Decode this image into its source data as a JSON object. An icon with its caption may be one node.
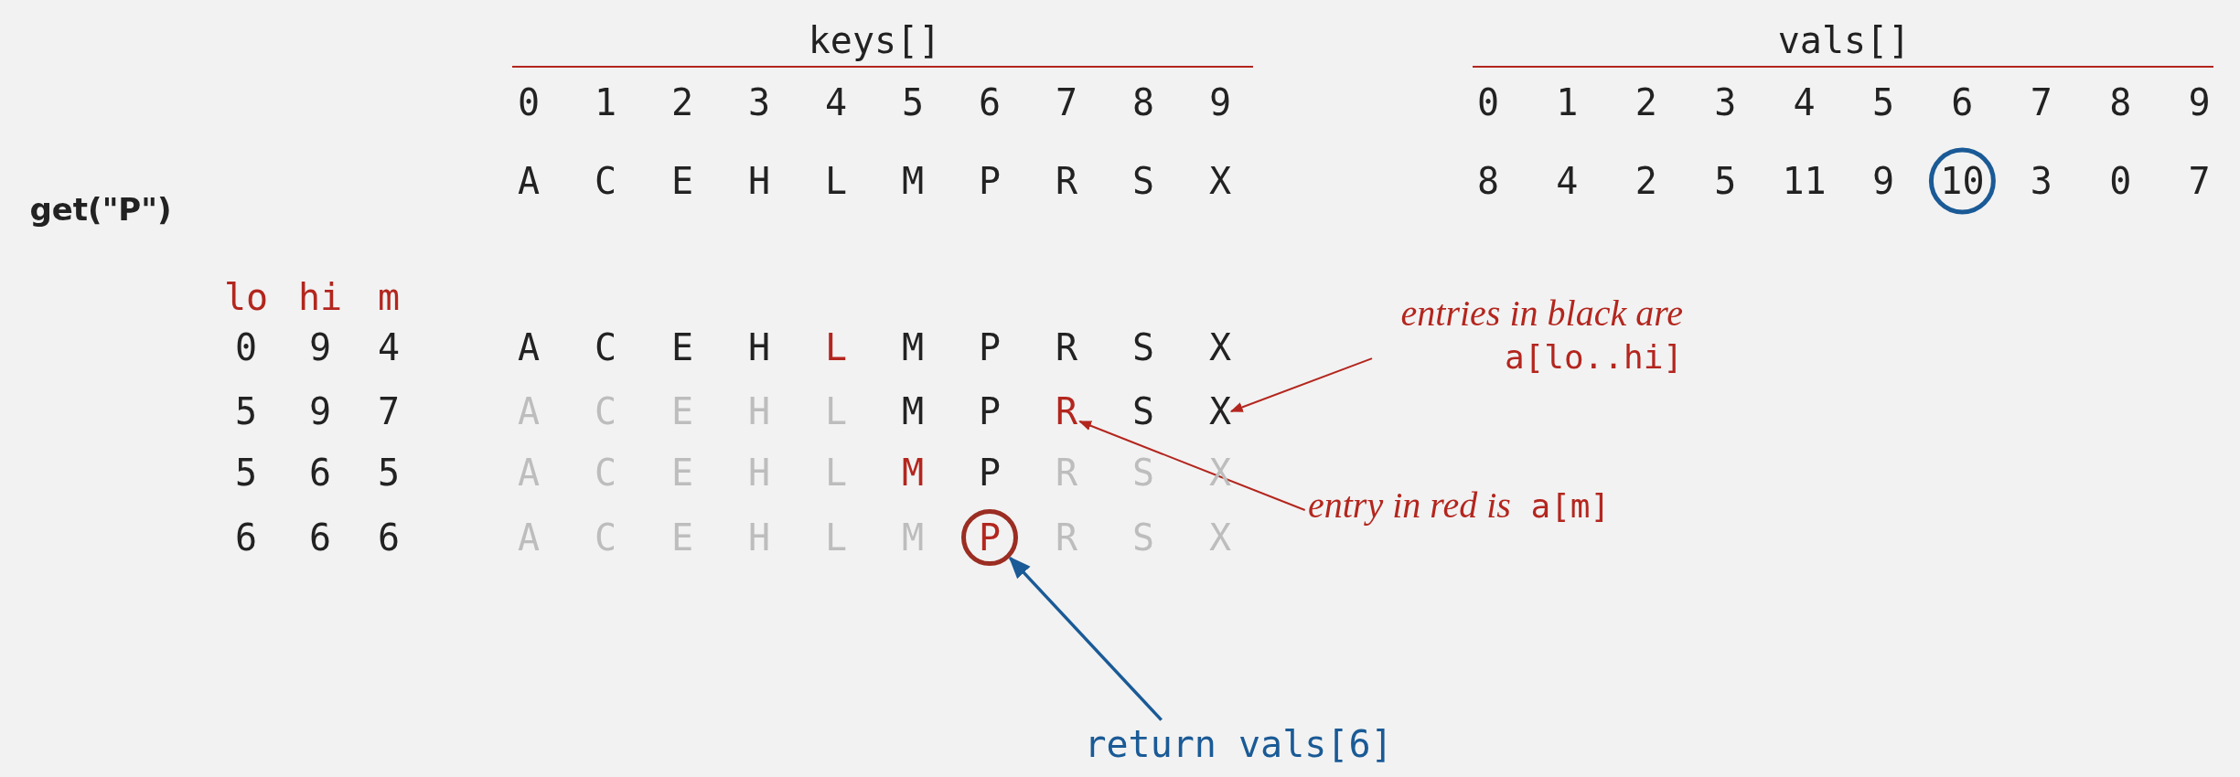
{
  "diagram": {
    "nodes": [
      {
        "text": [
          "*entries in black are* a[lo..hi]"
        ]
      },
      {
        "text": [
          "X"
        ]
      },
      {
        "text": [
          "*entry in red is* a[m]"
        ]
      },
      {
        "text": [
          "R"
        ]
      },
      {
        "text": [
          "return vals[6]"
        ]
      },
      {
        "text": [
          "P"
        ]
      }
    ],
    "edges": [
      {
        "from": 0,
        "to": 1,
        "arrow": "to"
      },
      {
        "from": 2,
        "to": 3,
        "arrow": "to"
      },
      {
        "from": 4,
        "to": 5,
        "arrow": "to",
        "color": "#1a5a96"
      }
    ],
    "labels": [
      "keys[]",
      "vals[]",
      "0",
      "1",
      "2",
      "3",
      "4",
      "5",
      "6",
      "7",
      "8",
      "9",
      "0",
      "1",
      "2",
      "3",
      "4",
      "5",
      "6",
      "7",
      "8",
      "9",
      "A",
      "C",
      "E",
      "H",
      "L",
      "M",
      "P",
      "R",
      "S",
      "X",
      "8",
      "4",
      "2",
      "5",
      "11",
      "9",
      "10",
      "3",
      "0",
      "7",
      "get(\"P\")",
      "lo",
      "hi",
      "m",
      "0",
      "9",
      "4",
      "A",
      "C",
      "E",
      "H",
      "L",
      "M",
      "P",
      "R",
      "S",
      "X",
      "5",
      "9",
      "7",
      "A",
      "C",
      "E",
      "H",
      "L",
      "M",
      "P",
      "S",
      "5",
      "6",
      "5",
      "A",
      "C",
      "E",
      "H",
      "L",
      "M",
      "P",
      "R",
      "S",
      "X",
      "6",
      "6",
      "6",
      "A",
      "C",
      "E",
      "H",
      "L",
      "M",
      "R",
      "S",
      "X"
    ]
  }
}
